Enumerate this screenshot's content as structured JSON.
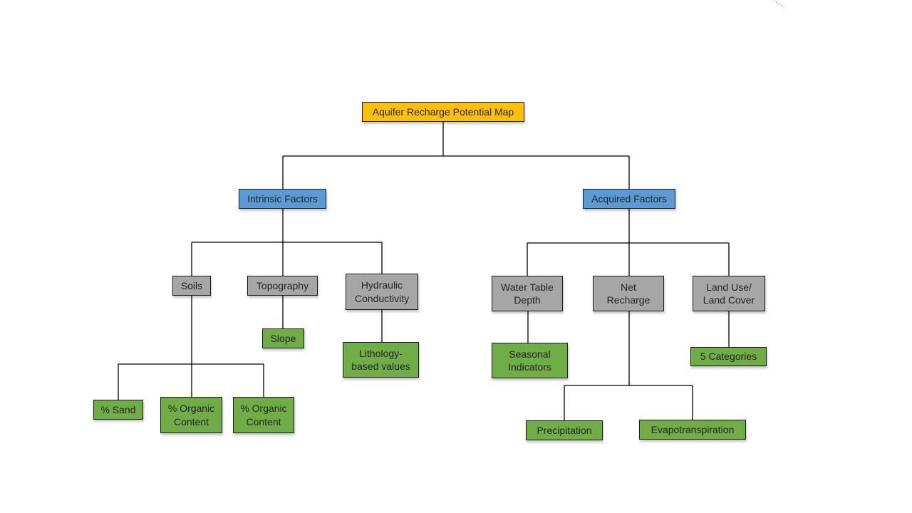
{
  "diagram": {
    "title": "Aquifer Recharge Potential Map",
    "type": "flowchart-tree",
    "colors": {
      "root_fill": "#FFC000",
      "factor_fill": "#5B9BD5",
      "parameter_fill": "#A6A6A6",
      "derived_fill": "#70AD47",
      "node_border": "#1a1a1a",
      "connector": "#000000",
      "stray_line": "#8096C0"
    },
    "nodes": {
      "root": {
        "label": "Aquifer Recharge Potential Map",
        "level": "root"
      },
      "intrinsic": {
        "label": "Intrinsic Factors",
        "level": "factor",
        "parent": "root"
      },
      "acquired": {
        "label": "Acquired Factors",
        "level": "factor",
        "parent": "root"
      },
      "soils": {
        "label": "Soils",
        "level": "parameter",
        "parent": "intrinsic"
      },
      "topography": {
        "label": "Topography",
        "level": "parameter",
        "parent": "intrinsic"
      },
      "hydraulic": {
        "label": "Hydraulic\nConductivity",
        "level": "parameter",
        "parent": "intrinsic"
      },
      "slope": {
        "label": "Slope",
        "level": "derived",
        "parent": "topography"
      },
      "lithology": {
        "label": "Lithology-\nbased values",
        "level": "derived",
        "parent": "hydraulic"
      },
      "sand": {
        "label": "% Sand",
        "level": "derived",
        "parent": "soils"
      },
      "organic_1": {
        "label": "% Organic\nContent",
        "level": "derived",
        "parent": "soils"
      },
      "organic_2": {
        "label": "% Organic\nContent",
        "level": "derived",
        "parent": "soils"
      },
      "water_table": {
        "label": "Water Table\nDepth",
        "level": "parameter",
        "parent": "acquired"
      },
      "net_recharge": {
        "label": "Net\nRecharge",
        "level": "parameter",
        "parent": "acquired"
      },
      "land_use": {
        "label": "Land Use/\nLand Cover",
        "level": "parameter",
        "parent": "acquired"
      },
      "seasonal": {
        "label": "Seasonal\nIndicators",
        "level": "derived",
        "parent": "water_table"
      },
      "categories": {
        "label": "5 Categories",
        "level": "derived",
        "parent": "land_use"
      },
      "precipitation": {
        "label": "Precipitation",
        "level": "derived",
        "parent": "net_recharge"
      },
      "evapotranspiration": {
        "label": "Evapotranspiration",
        "level": "derived",
        "parent": "net_recharge"
      }
    }
  }
}
